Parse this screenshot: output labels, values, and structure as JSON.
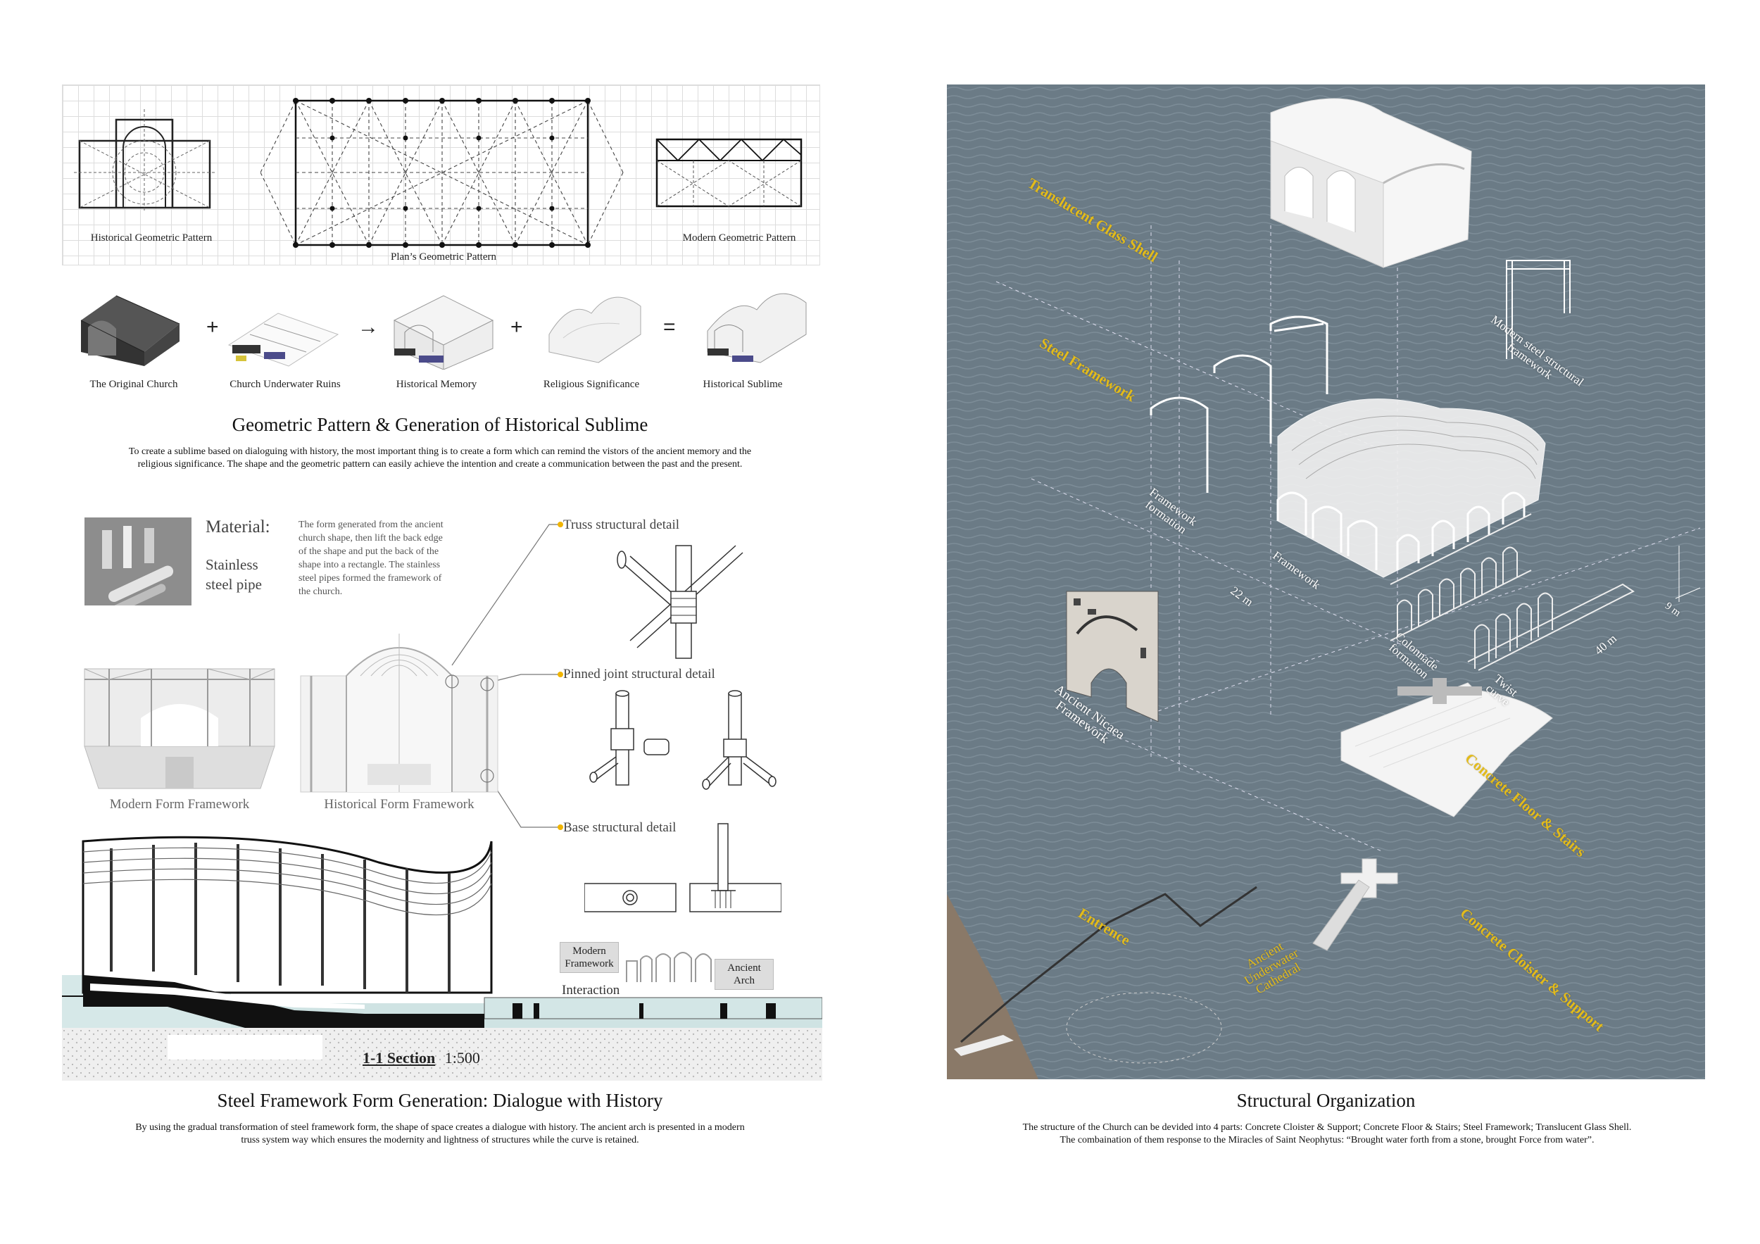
{
  "patterns": {
    "historical": "Historical Geometric Pattern",
    "plan": "Plan’s Geometric Pattern",
    "modern": "Modern Geometric Pattern"
  },
  "generation": {
    "steps": [
      "The Original Church",
      "Church Underwater Ruins",
      "Historical Memory",
      "Religious Significance",
      "Historical Sublime"
    ],
    "operators": [
      "+",
      "→",
      "+",
      "="
    ]
  },
  "section1": {
    "title": "Geometric Pattern & Generation of Historical Sublime",
    "description_line1": "To create a sublime based on dialoguing with history, the most important thing is to create a form which can remind the vistors of the ancient memory and the",
    "description_line2": "religious significance. The shape and the geometric pattern can easily achieve the intention and create a communication between the past and the present."
  },
  "material": {
    "label": "Material:",
    "name_line1": "Stainless",
    "name_line2": "steel pipe",
    "text_lines": [
      "The form generated from the ancient",
      "church shape, then lift the back edge",
      "of the shape and put the back of the",
      "shape into a rectangle. The stainless",
      "steel pipes formed the framework of",
      "the church."
    ]
  },
  "details": {
    "truss": "Truss structural detail",
    "pinned": "Pinned joint structural detail",
    "base": "Base structural detail"
  },
  "frameworks": {
    "modern": "Modern Form Framework",
    "historical": "Historical Form Framework"
  },
  "section_drawing": {
    "label": "1-1 Section",
    "scale": "1:500"
  },
  "interaction": {
    "modern_line1": "Modern",
    "modern_line2": "Framework",
    "ancient_line1": "Ancient",
    "ancient_line2": "Arch",
    "label": "Interaction"
  },
  "section2": {
    "title": "Steel Framework Form Generation: Dialogue with History",
    "description_line1": "By using the gradual transformation of steel framework form, the shape of space creates a dialogue with history. The ancient arch is presented in a modern",
    "description_line2": "truss system way which ensures the modernity and lightness of structures while the curve is retained."
  },
  "structure_labels": {
    "glass_shell": "Translucent Glass Shell",
    "steel_framework": "Steel Framework",
    "modern_steel_line1": "Modern steel structural",
    "modern_steel_line2": "framework",
    "framework_formation_line1": "Framework",
    "framework_formation_line2": "formation",
    "framework": "Framework",
    "dim_22": "22 m",
    "dim_40": "40 m",
    "dim_9": "9 m",
    "colonnade_line1": "Colonnade",
    "colonnade_line2": "formation",
    "twist_line1": "Twist",
    "twist_line2": "curve",
    "nicaea_line1": "Ancient Nicaea",
    "nicaea_line2": "Framework",
    "floor": "Concrete Floor & Stairs",
    "entrance": "Entrence",
    "cathedral_line1": "Ancient",
    "cathedral_line2": "Underwater",
    "cathedral_line3": "Cathedral",
    "cloister": "Concrete Cloister & Support"
  },
  "section3": {
    "title": "Structural Organization",
    "description_line1": "The structure of the Church can be devided into 4 parts: Concrete Cloister & Support; Concrete Floor & Stairs; Steel Framework; Translucent Glass Shell.",
    "description_line2": "The combaination of them response to the Miracles of Saint Neophytus: “Brought water forth from a stone, brought Force from water”."
  },
  "colors": {
    "label_yellow": "#e3bb1a",
    "sea": "#6b7b86",
    "water_section": "#cfe3e3"
  }
}
